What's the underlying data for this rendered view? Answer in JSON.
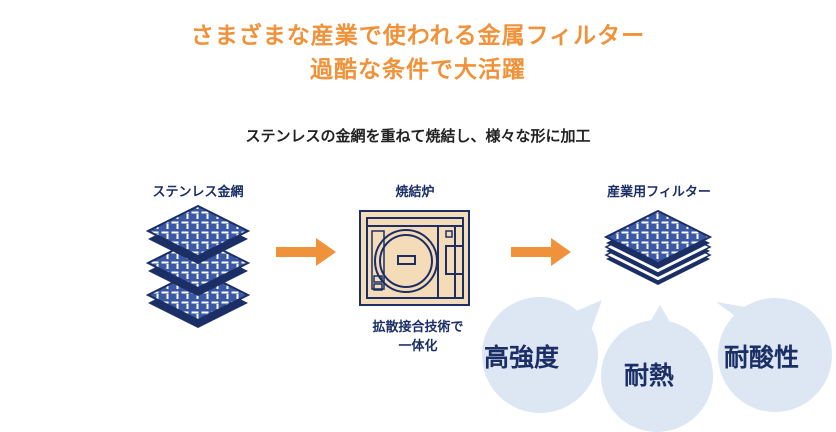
{
  "heading": {
    "line1": "さまざまな産業で使われる金属フィルター",
    "line2": "過酷な条件で大活躍"
  },
  "subheading": "ステンレスの金網を重ねて焼結し、様々な形に加工",
  "steps": [
    {
      "label": "ステンレス金網"
    },
    {
      "label": "焼結炉",
      "caption_line1": "拡散接合技術で",
      "caption_line2": "一体化"
    },
    {
      "label": "産業用フィルター"
    }
  ],
  "badges": [
    "高強度",
    "耐熱",
    "耐酸性"
  ],
  "colors": {
    "orange": "#f0923a",
    "navy": "#1b2f66",
    "mesh_blue": "#3a58a3",
    "furnace_fill": "#f5dcb8",
    "bubble": "#dde6f3"
  }
}
